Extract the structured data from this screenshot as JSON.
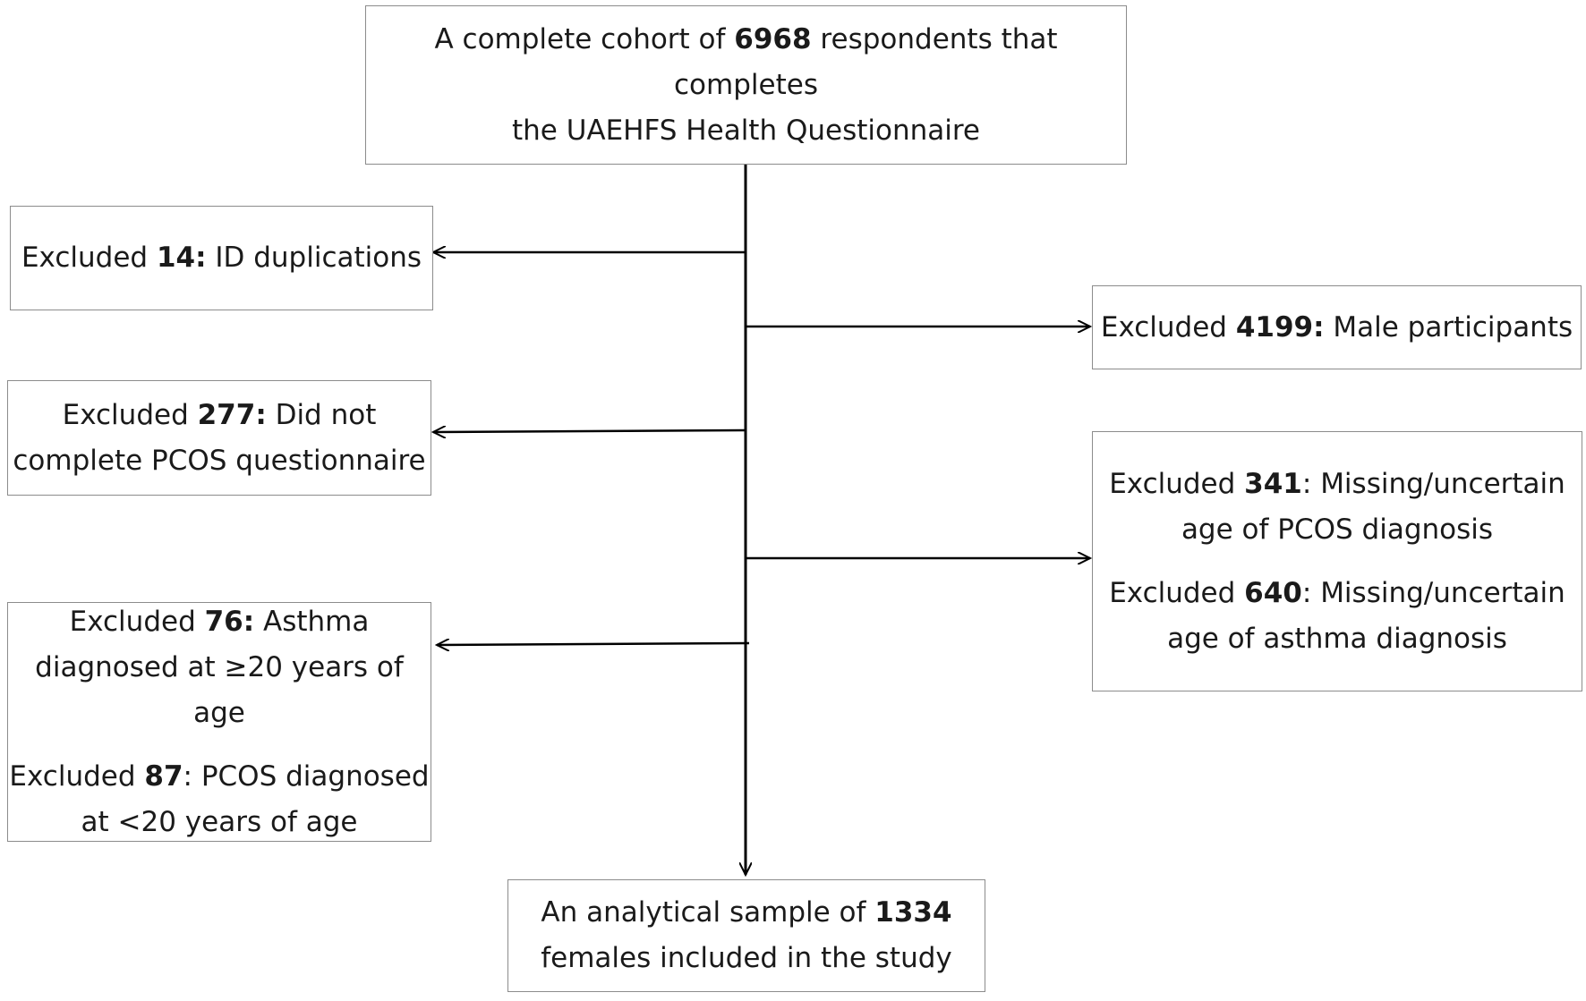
{
  "colors": {
    "line": "#000000",
    "border": "#8c8c8c",
    "text": "#1a1a1a",
    "background": "#ffffff"
  },
  "top_box": {
    "pre": "A complete cohort of ",
    "count": "6968",
    "post": " respondents that completes",
    "line2": "the UAEHFS Health Questionnaire"
  },
  "exclusions": {
    "id_dup": {
      "pre": "Excluded ",
      "count": "14:",
      "reason": " ID duplications"
    },
    "male": {
      "pre": "Excluded ",
      "count": "4199:",
      "reason": " Male participants"
    },
    "pcos_q": {
      "pre": "Excluded ",
      "count": "277:",
      "reason": " Did not",
      "line2": "complete PCOS questionnaire"
    },
    "missing": {
      "a": {
        "pre": "Excluded ",
        "count": "341",
        "reason": ": Missing/uncertain",
        "line2": "age of PCOS diagnosis"
      },
      "b": {
        "pre": "Excluded ",
        "count": "640",
        "reason": ": Missing/uncertain",
        "line2": "age of asthma diagnosis"
      }
    },
    "age": {
      "a": {
        "pre": "Excluded ",
        "count": "76:",
        "reason": " Asthma",
        "line2": "diagnosed at ≥20 years of age"
      },
      "b": {
        "pre": "Excluded ",
        "count": "87",
        "reason": ": PCOS diagnosed",
        "line2": "at <20 years of age"
      }
    }
  },
  "final_box": {
    "pre": "An analytical sample of ",
    "count": "1334",
    "line2": "females included in the study"
  }
}
